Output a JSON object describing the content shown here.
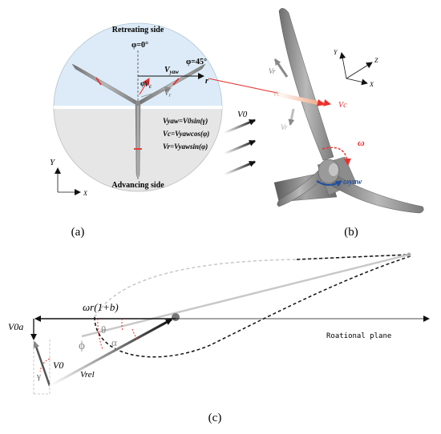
{
  "panel_a": {
    "label": "(a)",
    "retreating": "Retreating side",
    "advancing": "Advancing side",
    "phi0": "φ=0°",
    "phi45": "φ=45°",
    "vyaw_base": "V",
    "vyaw_sub": "yaw",
    "vc_base": "V",
    "vc_sub": "c",
    "vr_base": "V",
    "vr_sub": "r",
    "phi": "φ",
    "r": "r",
    "eq1": "Vyaw=V0sin(γ)",
    "eq2": "Vc=Vyawcos(φ)",
    "eq3": "Vr=Vyawsin(φ)",
    "v0": "V0",
    "axis_y": "Y",
    "axis_x": "X"
  },
  "panel_b": {
    "label": "(b)",
    "axis_y": "Y",
    "axis_z": "Z",
    "axis_x": "X",
    "vr": "Vr",
    "vc": "Vc",
    "omega": "ω",
    "omega_yaw": "ωyaw"
  },
  "panel_c": {
    "label": "(c)",
    "omega_r": "ωr(1+b)",
    "v0a": "V0a",
    "theta": "θ",
    "alpha": "α",
    "phi": "ϕ",
    "gamma": "γ",
    "v0": "V0",
    "vrel": "Vrel",
    "rot_plane": "Roational plane"
  },
  "colors": {
    "retreating_fill": "#dcebf7",
    "advancing_fill": "#e6e6e6",
    "red": "#e8312f",
    "blade": "#9a9a9a"
  }
}
